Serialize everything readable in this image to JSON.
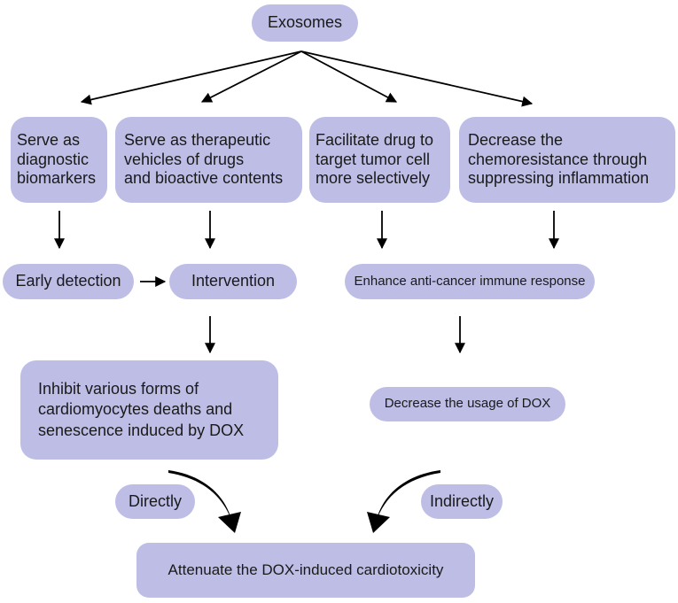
{
  "nodes": {
    "exosomes": "Exosomes",
    "serve_as_diagnostic": "Serve as\ndiagnostic\nbiomarkers",
    "serve_as_therapeutic": "Serve as therapeutic\nvehicles of drugs\nand bioactive contents",
    "facilitate_drug": "Facilitate drug to\ntarget tumor cell\nmore selectively",
    "decrease_chemoresistance": "Decrease the\nchemoresistance through\nsuppressing inflammation",
    "early_detection": "Early detection",
    "intervention": "Intervention",
    "enhance_immune": "Enhance anti-cancer immune response",
    "inhibit_deaths": "Inhibit various forms of\ncardiomyocytes deaths and\nsenescence induced by DOX",
    "decrease_usage": "Decrease the usage of DOX",
    "directly": "Directly",
    "indirectly": "Indirectly",
    "attenuate": "Attenuate the DOX-induced cardiotoxicity"
  },
  "colors": {
    "node_fill": "#bdbde6",
    "arrow": "#000000"
  }
}
